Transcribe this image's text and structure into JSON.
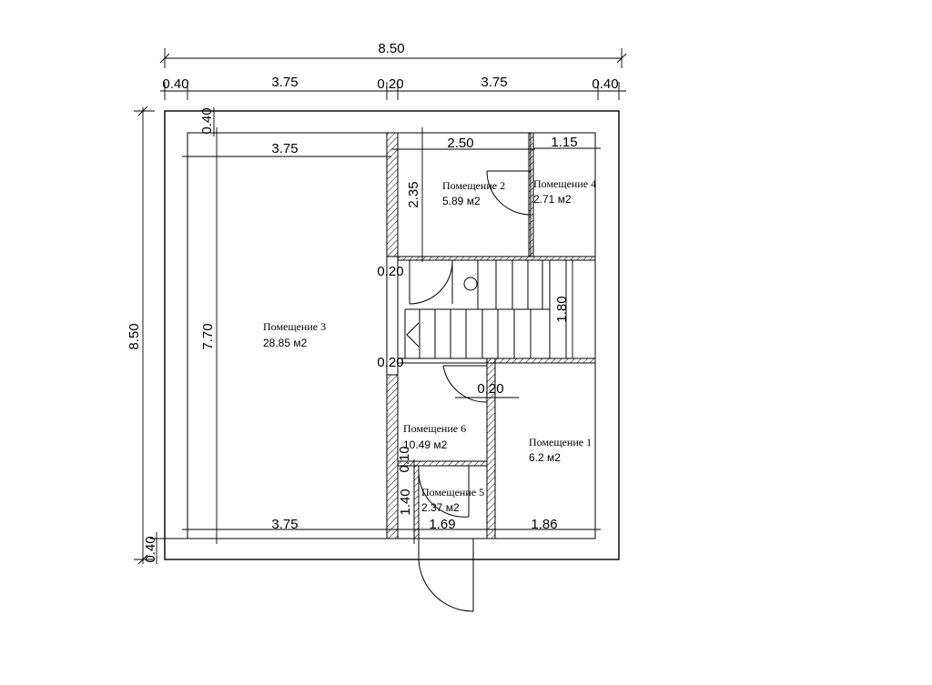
{
  "dimensions": {
    "overall_width": "8.50",
    "overall_height": "8.50",
    "top_segments": [
      "0.40",
      "3.75",
      "0.20",
      "3.75",
      "0.40"
    ],
    "wall_top_left": "0.40",
    "wall_bottom_left": "0.40",
    "room3_width_top": "3.75",
    "room3_width_bottom": "3.75",
    "room3_height": "7.70",
    "room2_width": "2.50",
    "room2_height": "2.35",
    "room4_width": "1.15",
    "partition_upper": "0.20",
    "partition_lower": "0.20",
    "partition_right": "0.20",
    "stair_height": "1.80",
    "small_wall": "0.10",
    "room5_height": "1.40",
    "room5_width": "1.69",
    "room1_width": "1.86"
  },
  "rooms": [
    {
      "id": "room3",
      "name": "Помещение 3",
      "area": "28.85 м2"
    },
    {
      "id": "room2",
      "name": "Помещение 2",
      "area": "5.89 м2"
    },
    {
      "id": "room4",
      "name": "Помещение 4",
      "area": "2.71 м2"
    },
    {
      "id": "room6",
      "name": "Помещение 6",
      "area": "10.49 м2"
    },
    {
      "id": "room1",
      "name": "Помещение 1",
      "area": "6.2 м2"
    },
    {
      "id": "room5",
      "name": "Помещение 5",
      "area": "2.37 м2"
    }
  ]
}
